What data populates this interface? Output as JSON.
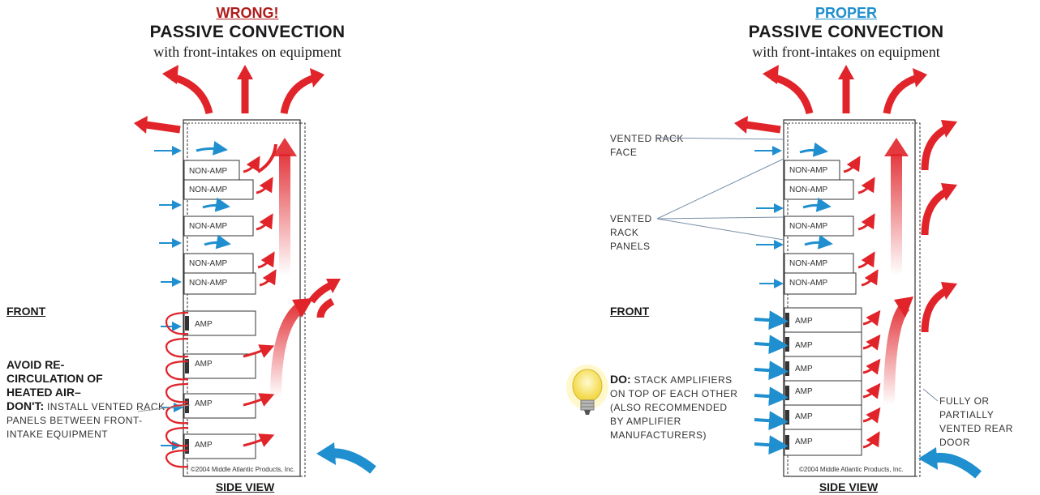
{
  "colors": {
    "wrong": "#b01c1c",
    "proper": "#1e8fce",
    "hot_air": "#e0242a",
    "cool_air": "#1f8fd0",
    "rack_outline": "#333333"
  },
  "left_panel": {
    "status": "WRONG!",
    "title": "PASSIVE CONVECTION",
    "subtitle": "with front-intakes on equipment",
    "front_label": "FRONT",
    "avoid_heading": "AVOID RE-CIRCULATION OF HEATED AIR–",
    "dont_lead": "DON'T:",
    "dont_text": "INSTALL VENTED RACK PANELS BETWEEN FRONT-INTAKE EQUIPMENT",
    "side_view": "SIDE VIEW",
    "copyright": "©2004 Middle Atlantic Products, Inc.",
    "units": [
      "NON-AMP",
      "NON-AMP",
      "NON-AMP",
      "NON-AMP",
      "NON-AMP",
      "AMP",
      "AMP",
      "AMP",
      "AMP"
    ]
  },
  "right_panel": {
    "status": "PROPER",
    "title": "PASSIVE CONVECTION",
    "subtitle": "with front-intakes on equipment",
    "front_label": "FRONT",
    "vented_face_label": "VENTED RACK FACE",
    "vented_panels_label": "VENTED RACK PANELS",
    "do_lead": "DO:",
    "do_text": "STACK AMPLIFIERS ON TOP OF EACH OTHER (ALSO RECOMMENDED BY AMPLIFIER MANUFACTURERS)",
    "rear_door_label": "FULLY OR PARTIALLY VENTED REAR DOOR",
    "side_view": "SIDE VIEW",
    "copyright": "©2004 Middle Atlantic Products, Inc.",
    "units": [
      "NON-AMP",
      "NON-AMP",
      "NON-AMP",
      "NON-AMP",
      "NON-AMP",
      "AMP",
      "AMP",
      "AMP",
      "AMP",
      "AMP",
      "AMP"
    ],
    "lightbulb_icon": "lightbulb-icon"
  }
}
